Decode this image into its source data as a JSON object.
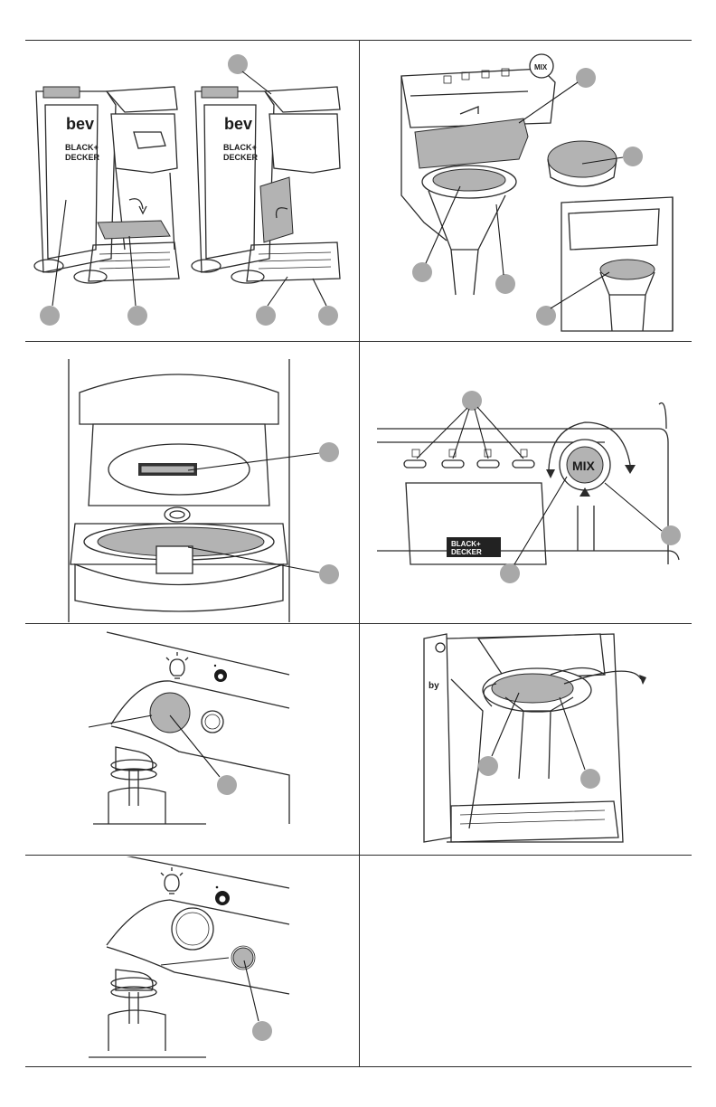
{
  "page": {
    "rows": 5,
    "columns": 2
  },
  "labels": {
    "brand_line1": "BLACK+",
    "brand_line2": "DECKER",
    "mix_knob": "MIX",
    "bev_mark": "bev",
    "by_mark": "by"
  },
  "icons": {
    "light": "lightbulb-icon",
    "water": "water-drop-icon",
    "cup_small": "cup-small-icon",
    "cup_medium": "cup-medium-icon",
    "cup_large": "cup-large-icon",
    "cup_empty": "cup-empty-icon"
  },
  "colors": {
    "callout": "#a8a8a8",
    "line": "#2a2a2a",
    "highlight": "#b3b3b3"
  }
}
